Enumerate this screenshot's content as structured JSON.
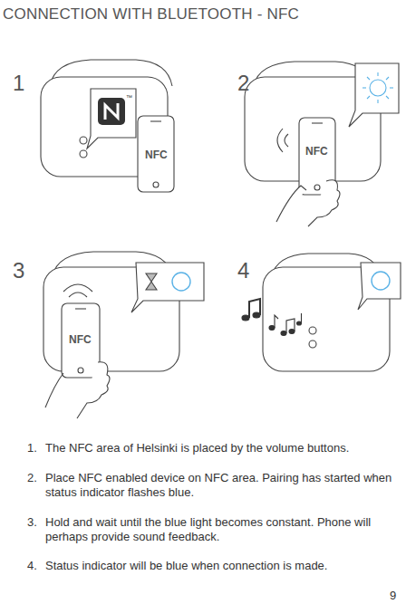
{
  "diagram": {
    "title": "CONNECTION WITH BLUETOOTH - NFC",
    "labels": [
      "1",
      "2",
      "3",
      "4",
      "™",
      "NFC",
      "NFC",
      "NFC",
      "1.",
      "The NFC area of Helsinki is placed by the volume buttons.",
      "2.",
      "Place NFC enabled device on NFC area. Pairing has started when status indicator flashes blue.",
      "3.",
      "Hold and wait until the blue light becomes constant. Phone will perhaps provide sound feedback.",
      "4.",
      "Status indicator will be blue when connection is made.",
      "9"
    ]
  }
}
